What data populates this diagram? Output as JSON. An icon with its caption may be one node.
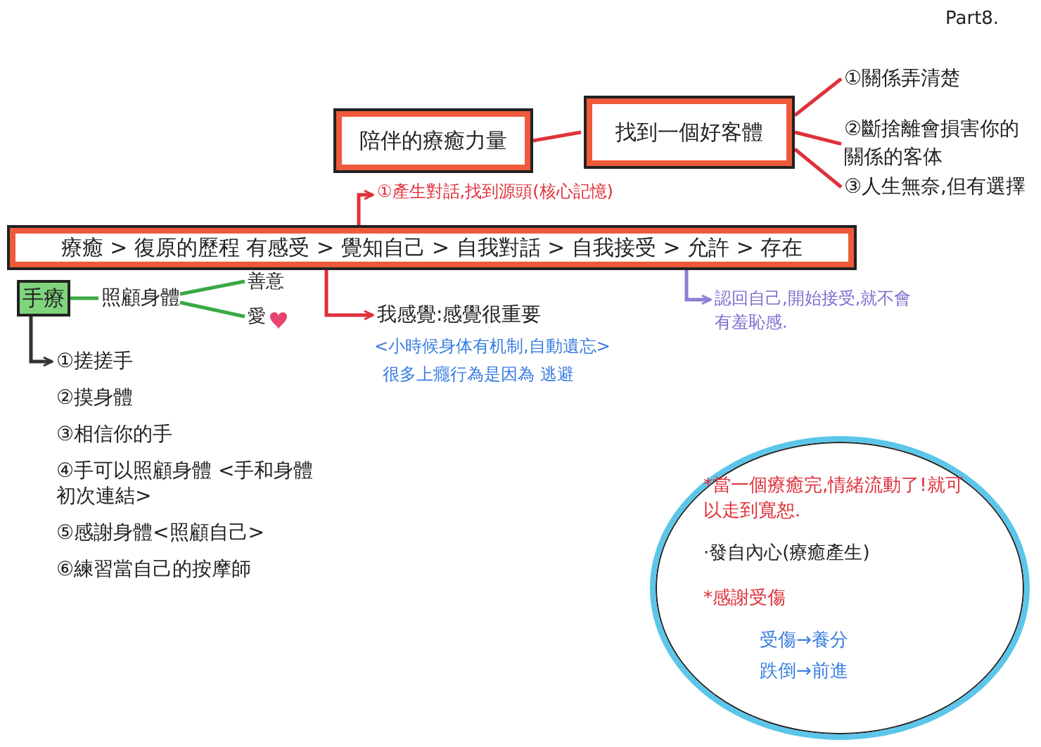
{
  "diagram": {
    "nodes": [
      {
        "text": [
          "陪伴的療癒力量"
        ]
      },
      {
        "text": [
          "找到一個好客體"
        ]
      },
      {
        "text": [
          "①關係弄清楚"
        ]
      },
      {
        "text": [
          "②斷捨離會損害你的關係的客体"
        ]
      },
      {
        "text": [
          "③人生無奈,但有選擇"
        ]
      },
      {
        "text": [
          "療癒 > 復原的歷程 有感受 > 覺知自己 > 自我對話 > 自我接受 > 允許 > 存在"
        ]
      },
      {
        "text": [
          "①產生對話,找到源頭(核心記憶)"
        ]
      },
      {
        "text": [
          "手療"
        ]
      },
      {
        "text": [
          "照顧身體"
        ]
      },
      {
        "text": [
          "善意"
        ]
      },
      {
        "text": [
          "愛"
        ]
      },
      {
        "text": [
          "我感覺:感覺很重要"
        ],
        "beside": [
          "<小時候身体有机制,自動遺忘>",
          "很多上癮行為是因為 逃避"
        ]
      },
      {
        "text": [
          "認回自己,開始接受,就不會有羞恥感."
        ]
      },
      {
        "text": [
          "①搓搓手",
          "②摸身體",
          "③相信你的手",
          "④手可以照顧身體 <手和身體初次連結>",
          "⑤感謝身體<照顧自己>",
          "⑥練習當自己的按摩師"
        ]
      },
      {
        "text": [
          "*當一個療癒完,情緒流動了!就可以走到寬恕.",
          "·發自內心(療癒產生)",
          "*感謝受傷",
          "受傷→養分",
          "跌倒→前進"
        ]
      }
    ],
    "edges": [
      {
        "from": 0,
        "to": 1,
        "arrow": "none"
      },
      {
        "from": 1,
        "to": 2,
        "arrow": "none"
      },
      {
        "from": 1,
        "to": 3,
        "arrow": "none"
      },
      {
        "from": 1,
        "to": 4,
        "arrow": "none"
      },
      {
        "from": 5,
        "to": 6,
        "arrow": "to"
      },
      {
        "from": 5,
        "to": 11,
        "arrow": "to"
      },
      {
        "from": 5,
        "to": 12,
        "arrow": "to",
        "color": "#8a7fd6"
      },
      {
        "from": 7,
        "to": 8,
        "arrow": "none",
        "color": "#3aa845"
      },
      {
        "from": 8,
        "to": 9,
        "arrow": "none",
        "color": "#3aa845"
      },
      {
        "from": 8,
        "to": 10,
        "arrow": "none",
        "color": "#3aa845"
      },
      {
        "from": 7,
        "to": 13,
        "arrow": "to",
        "color": "#333333"
      }
    ],
    "labels": [
      "Part8."
    ]
  }
}
